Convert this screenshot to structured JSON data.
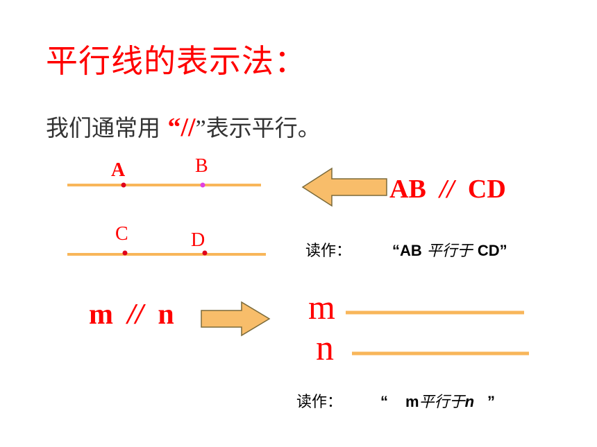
{
  "title": "平行线的表示法：",
  "subtitle": {
    "prefix": "我们通常用",
    "symbol": "“//",
    "quote_close": "”",
    "suffix": "表示平行。"
  },
  "points": {
    "a": "A",
    "b": "B",
    "c": "C",
    "d": "D"
  },
  "notation_ab_cd": {
    "left": "AB",
    "symbol": "//",
    "right": "CD"
  },
  "reading_ab_cd": {
    "label": "读作：",
    "quote_open": "“",
    "ab": "AB",
    "middle": "平行于",
    "cd": "CD",
    "quote_close": "”"
  },
  "notation_m_n": {
    "left": "m",
    "symbol": "//",
    "right": "n"
  },
  "lines": {
    "m": "m",
    "n": "n"
  },
  "reading_m_n": {
    "label": "读作：",
    "quote_open": "“",
    "m": "m",
    "middle": "平行于",
    "n": "n",
    "quote_close": "”"
  },
  "colors": {
    "title": "#ff0000",
    "line": "#f8b65a",
    "arrow_fill": "#f8bd6a",
    "arrow_stroke": "#7a6a3a",
    "point": "#e0001a",
    "point_b": "#e040e0"
  }
}
